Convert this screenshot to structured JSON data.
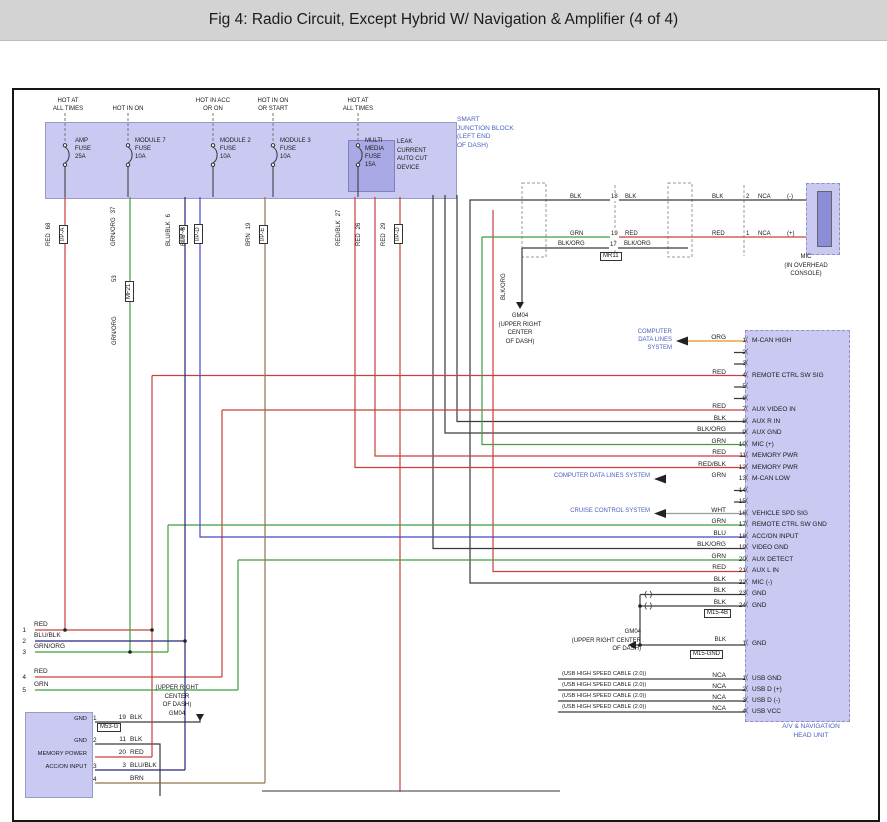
{
  "header": {
    "title": "Fig 4: Radio Circuit, Except Hybrid W/ Navigation & Amplifier (4 of 4)"
  },
  "colors": {
    "red": "#c8403a",
    "green": "#3f9e3f",
    "blue": "#4646c8",
    "blu_blk": "#26267e",
    "brown": "#8f7447",
    "orange": "#e8911c",
    "black": "#3a3a3a",
    "white_wire": "#9a9a9a",
    "box_fill": "#c9c9f1",
    "box_fill_dark": "#a9a9e6",
    "ref_blue": "#4a5fc0",
    "header_bg": "#d3d3d3"
  },
  "sjb": {
    "name_lines": [
      "SMART",
      "JUNCTION BLOCK",
      "(LEFT END",
      "OF DASH)"
    ],
    "feeds": [
      {
        "hot1": "HOT AT",
        "hot2": "ALL TIMES",
        "l1": "AMP",
        "l2": "FUSE",
        "l3": "25A",
        "l4": ""
      },
      {
        "hot1": "",
        "hot2": "HOT IN ON",
        "l1": "MODULE 7",
        "l2": "FUSE",
        "l3": "10A",
        "l4": ""
      },
      {
        "hot1": "HOT IN ACC",
        "hot2": "OR ON",
        "l1": "MODULE 2",
        "l2": "FUSE",
        "l3": "10A",
        "l4": ""
      },
      {
        "hot1": "HOT IN ON",
        "hot2": "OR START",
        "l1": "MODULE 3",
        "l2": "FUSE",
        "l3": "10A",
        "l4": ""
      },
      {
        "hot1": "HOT AT",
        "hot2": "ALL TIMES",
        "l1": "MULTI",
        "l2": "MEDIA",
        "l3": "FUSE",
        "l4": "15A"
      }
    ],
    "leak": [
      "LEAK",
      "CURRENT",
      "AUTO CUT",
      "DEVICE"
    ]
  },
  "wire_tags": [
    {
      "color": "RED",
      "cavity": "68",
      "conn": "I/P-A"
    },
    {
      "color": "GRN/ORG",
      "cavity": "37",
      "conn": ""
    },
    {
      "color": "BLU/BLK",
      "cavity": "6",
      "conn": "I/P-A"
    },
    {
      "color": "BLU",
      "cavity": "8",
      "conn": "I/P-D"
    },
    {
      "color": "BRN",
      "cavity": "19",
      "conn": "I/P-E"
    },
    {
      "color": "RED/BLK",
      "cavity": "27",
      "conn": ""
    },
    {
      "color": "RED",
      "cavity": "26",
      "conn": ""
    },
    {
      "color": "RED",
      "cavity": "29",
      "conn": "I/P-D"
    }
  ],
  "wire2_mid": {
    "cavity": "53",
    "conn": "MF21",
    "color": "GRN/ORG"
  },
  "mic": {
    "rows": [
      {
        "far": "BLK",
        "cavity": "18",
        "mid": "BLK",
        "near": "BLK",
        "pin": "2",
        "nca": "NCA",
        "pol": "(-)"
      },
      {
        "far": "GRN",
        "cavity": "19",
        "mid": "RED",
        "near": "RED",
        "pin": "1",
        "nca": "NCA",
        "pol": "(+)"
      }
    ],
    "shield": {
      "left": "BLK/ORG",
      "cavity": "17",
      "right": "BLK/ORG",
      "conn": "MR11",
      "vert": "BLK/ORG"
    },
    "name": "MIC",
    "loc1": "(IN OVERHEAD",
    "loc2": "CONSOLE)",
    "ground": [
      "GM04",
      "(UPPER RIGHT",
      "CENTER",
      "OF DASH)"
    ]
  },
  "refs": {
    "cdl_a": [
      "COMPUTER",
      "DATA LINES",
      "SYSTEM"
    ],
    "cdl_b": "COMPUTER DATA LINES SYSTEM",
    "cruise": "CRUISE CONTROL SYSTEM"
  },
  "head_unit": {
    "pins": [
      {
        "color": "ORG",
        "pin": "1",
        "name": "M-CAN HIGH"
      },
      {
        "color": "",
        "pin": "2",
        "name": ""
      },
      {
        "color": "",
        "pin": "3",
        "name": ""
      },
      {
        "color": "RED",
        "pin": "4",
        "name": "REMOTE CTRL SW SIG"
      },
      {
        "color": "",
        "pin": "5",
        "name": ""
      },
      {
        "color": "",
        "pin": "6",
        "name": ""
      },
      {
        "color": "RED",
        "pin": "7",
        "name": "AUX VIDEO IN"
      },
      {
        "color": "BLK",
        "pin": "8",
        "name": "AUX R IN"
      },
      {
        "color": "BLK/ORG",
        "pin": "9",
        "name": "AUX GND"
      },
      {
        "color": "GRN",
        "pin": "10",
        "name": "MIC (+)"
      },
      {
        "color": "RED",
        "pin": "11",
        "name": "MEMORY PWR"
      },
      {
        "color": "RED/BLK",
        "pin": "12",
        "name": "MEMORY PWR"
      },
      {
        "color": "GRN",
        "pin": "13",
        "name": "M-CAN LOW"
      },
      {
        "color": "",
        "pin": "14",
        "name": ""
      },
      {
        "color": "",
        "pin": "15",
        "name": ""
      },
      {
        "color": "WHT",
        "pin": "16",
        "name": "VEHICLE SPD SIG"
      },
      {
        "color": "GRN",
        "pin": "17",
        "name": "REMOTE CTRL SW GND"
      },
      {
        "color": "BLU",
        "pin": "18",
        "name": "ACC/ON INPUT"
      },
      {
        "color": "BLK/ORG",
        "pin": "19",
        "name": "VIDEO GND"
      },
      {
        "color": "GRN",
        "pin": "20",
        "name": "AUX DETECT"
      },
      {
        "color": "RED",
        "pin": "21",
        "name": "AUX L IN"
      },
      {
        "color": "BLK",
        "pin": "22",
        "name": "MIC (-)"
      },
      {
        "color": "BLK",
        "pin": "23",
        "name": "GND"
      },
      {
        "color": "BLK",
        "pin": "24",
        "name": "GND"
      }
    ],
    "m15_4b": "M15-4B",
    "gnd": {
      "color": "BLK",
      "pin": "1",
      "name": "GND",
      "conn": "M15-GND"
    },
    "gm04_lines": [
      "GM04",
      "(UPPER RIGHT CENTER",
      "OF DASH)"
    ],
    "name_l1": "A/V & NAVIGATION",
    "name_l2": "HEAD UNIT"
  },
  "usb": {
    "rows": [
      {
        "cable": "(USB HIGH SPEED CABLE (2.0))",
        "color": "NCA",
        "pin": "1",
        "name": "USB GND"
      },
      {
        "cable": "(USB HIGH SPEED CABLE (2.0))",
        "color": "NCA",
        "pin": "2",
        "name": "USB D (+)"
      },
      {
        "cable": "(USB HIGH SPEED CABLE (2.0))",
        "color": "NCA",
        "pin": "3",
        "name": "USB D (-)"
      },
      {
        "cable": "(USB HIGH SPEED CABLE (2.0))",
        "color": "NCA",
        "pin": "4",
        "name": "USB VCC"
      }
    ]
  },
  "left_pins": [
    {
      "pin": "1",
      "color": "RED"
    },
    {
      "pin": "2",
      "color": "BLU/BLK"
    },
    {
      "pin": "3",
      "color": "GRN/ORG"
    },
    {
      "pin": "4",
      "color": "RED"
    },
    {
      "pin": "5",
      "color": "GRN"
    }
  ],
  "bottom_box": {
    "rows": [
      {
        "label": "GND",
        "pin": "1",
        "cavity": "19",
        "color": "BLK",
        "conn": "M53-G"
      },
      {
        "label": "GND",
        "pin": "2",
        "cavity": "11",
        "color": "BLK",
        "conn": ""
      },
      {
        "label": "MEMORY POWER",
        "pin": "",
        "cavity": "20",
        "color": "RED",
        "conn": ""
      },
      {
        "label": "ACC/ON INPUT",
        "pin": "3",
        "cavity": "3",
        "color": "BLU/BLK",
        "conn": ""
      },
      {
        "label": "",
        "pin": "4",
        "cavity": "",
        "color": "BRN",
        "conn": ""
      }
    ],
    "ground": [
      "(UPPER RIGHT",
      "CENTER",
      "OF DASH)",
      "GM04"
    ]
  }
}
